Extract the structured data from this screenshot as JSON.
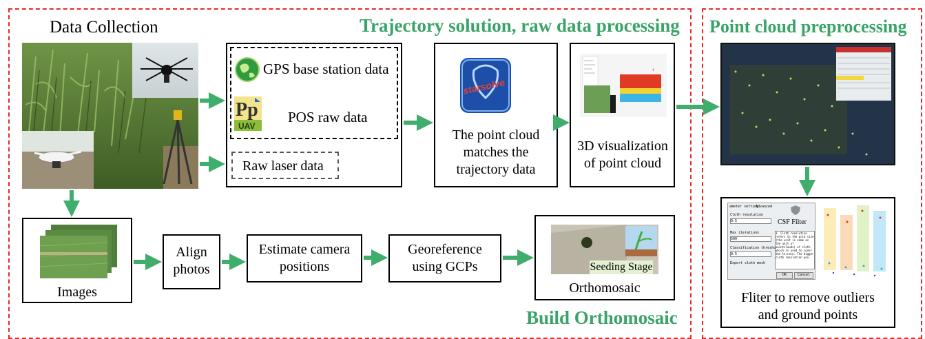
{
  "sections": {
    "trajectory_title": "Trajectory solution, raw data processing",
    "point_cloud_title": "Point cloud preprocessing",
    "orthomosaic_title": "Build Orthomosaic"
  },
  "data_collection": {
    "label": "Data Collection"
  },
  "raw_data": {
    "gps_label": "GPS base station data",
    "pos_label": "POS raw data",
    "pos_logo_text": "UAV",
    "laser_label": "Raw laser data"
  },
  "starsolve": {
    "logo_text": "starsolve",
    "label": "The point cloud matches the trajectory data"
  },
  "visualization": {
    "label": "3D visualization of point cloud"
  },
  "images": {
    "label": "Images"
  },
  "align": {
    "label": "Align photos"
  },
  "estimate": {
    "label": "Estimate camera positions"
  },
  "georeference": {
    "label": "Georeference using GCPs"
  },
  "orthomosaic": {
    "label": "Orthomosaic",
    "stage_label": "Seeding Stage"
  },
  "filter": {
    "label": "Fliter to remove outliers and ground points",
    "csf_title": "CSF Filter",
    "tab_1": "ameter setting",
    "tab_2": "Advanced",
    "cloth_resolution_label": "Cloth resolution",
    "cloth_resolution_value": "0.5",
    "max_iterations_label": "Max iterations",
    "max_iterations_value": "500",
    "class_threshold_label": "Classification threshold",
    "class_threshold_value": "0.5",
    "export_label": "Export cloth mesh",
    "ok": "OK",
    "cancel": "Cancel",
    "description": "1. Cloth resolution refers to the grid size (the unit is same as the unit of pointclouds) of cloth which is used to cover the terrain. The bigger cloth resolution you"
  },
  "colors": {
    "section_border": "#e8272a",
    "title_green": "#3aa468",
    "arrow_green": "#3fae6c"
  }
}
